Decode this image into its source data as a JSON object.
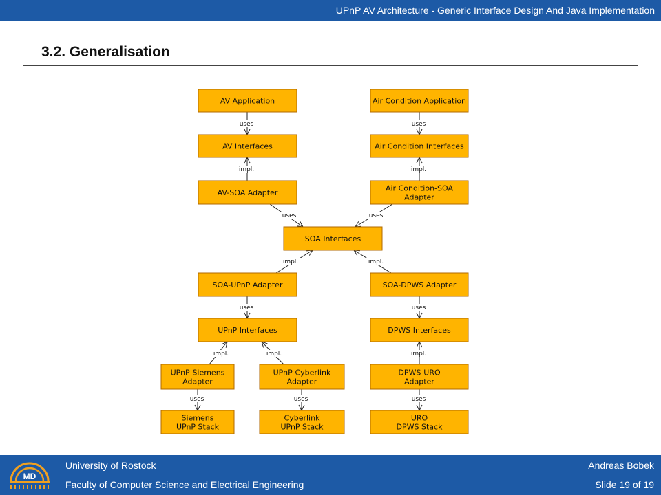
{
  "header": {
    "title": "UPnP AV Architecture - Generic Interface Design And Java Implementation"
  },
  "slide": {
    "title": "3.2. Generalisation"
  },
  "diagram": {
    "boxes": [
      {
        "id": "av_app",
        "lines": [
          "AV Application"
        ]
      },
      {
        "id": "ac_app",
        "lines": [
          "Air Condition Application"
        ]
      },
      {
        "id": "av_if",
        "lines": [
          "AV Interfaces"
        ]
      },
      {
        "id": "ac_if",
        "lines": [
          "Air Condition Interfaces"
        ]
      },
      {
        "id": "av_soa",
        "lines": [
          "AV-SOA Adapter"
        ]
      },
      {
        "id": "ac_soa",
        "lines": [
          "Air Condition-SOA",
          "Adapter"
        ]
      },
      {
        "id": "soa_if",
        "lines": [
          "SOA Interfaces"
        ]
      },
      {
        "id": "soa_upnp",
        "lines": [
          "SOA-UPnP Adapter"
        ]
      },
      {
        "id": "soa_dpws",
        "lines": [
          "SOA-DPWS Adapter"
        ]
      },
      {
        "id": "upnp_if",
        "lines": [
          "UPnP Interfaces"
        ]
      },
      {
        "id": "dpws_if",
        "lines": [
          "DPWS Interfaces"
        ]
      },
      {
        "id": "upnp_siemens",
        "lines": [
          "UPnP-Siemens",
          "Adapter"
        ]
      },
      {
        "id": "upnp_cyber",
        "lines": [
          "UPnP-Cyberlink",
          "Adapter"
        ]
      },
      {
        "id": "dpws_uro",
        "lines": [
          "DPWS-URO",
          "Adapter"
        ]
      },
      {
        "id": "siemens_stack",
        "lines": [
          "Siemens",
          "UPnP Stack"
        ]
      },
      {
        "id": "cyber_stack",
        "lines": [
          "Cyberlink",
          "UPnP Stack"
        ]
      },
      {
        "id": "uro_stack",
        "lines": [
          "URO",
          "DPWS Stack"
        ]
      }
    ],
    "edges": [
      {
        "from": "av_app",
        "to": "av_if",
        "label": "uses"
      },
      {
        "from": "ac_app",
        "to": "ac_if",
        "label": "uses"
      },
      {
        "from": "av_soa",
        "to": "av_if",
        "label": "impl."
      },
      {
        "from": "ac_soa",
        "to": "ac_if",
        "label": "impl."
      },
      {
        "from": "av_soa",
        "to": "soa_if",
        "label": "uses"
      },
      {
        "from": "ac_soa",
        "to": "soa_if",
        "label": "uses"
      },
      {
        "from": "soa_upnp",
        "to": "soa_if",
        "label": "impl."
      },
      {
        "from": "soa_dpws",
        "to": "soa_if",
        "label": "impl."
      },
      {
        "from": "soa_upnp",
        "to": "upnp_if",
        "label": "uses"
      },
      {
        "from": "soa_dpws",
        "to": "dpws_if",
        "label": "uses"
      },
      {
        "from": "upnp_siemens",
        "to": "upnp_if",
        "label": "impl."
      },
      {
        "from": "upnp_cyber",
        "to": "upnp_if",
        "label": "impl."
      },
      {
        "from": "dpws_uro",
        "to": "dpws_if",
        "label": "impl."
      },
      {
        "from": "upnp_siemens",
        "to": "siemens_stack",
        "label": "uses"
      },
      {
        "from": "upnp_cyber",
        "to": "cyber_stack",
        "label": "uses"
      },
      {
        "from": "dpws_uro",
        "to": "uro_stack",
        "label": "uses"
      }
    ],
    "box_fill": "#ffb400",
    "box_stroke": "#b06a00"
  },
  "footer": {
    "university": "University of Rostock",
    "faculty": "Faculty of Computer Science and Electrical Engineering",
    "author": "Andreas Bobek",
    "slide_number": "Slide 19 of 19",
    "logo_text": "MD"
  },
  "colors": {
    "bar": "#1d5aa6",
    "text_light": "#ffffff"
  }
}
